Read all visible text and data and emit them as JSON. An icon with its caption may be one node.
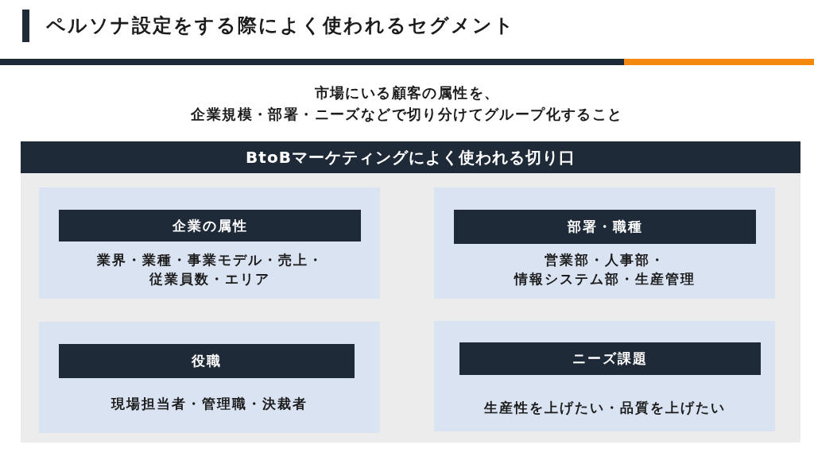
{
  "diagram": {
    "title": "ペルソナ設定をする際によく使われるセグメント",
    "nodes": [
      {
        "text": [
          "BtoBマーケティングによく使われる切り口"
        ]
      },
      {
        "text": [
          "企業の属性",
          "業界・業種・事業モデル・売上・従業員数・エリア"
        ],
        "in": 0
      },
      {
        "text": [
          "部署・職種",
          "営業部・人事部・情報システム部・生産管理"
        ],
        "in": 0
      },
      {
        "text": [
          "役職",
          "現場担当者・管理職・決裁者"
        ],
        "in": 0
      },
      {
        "text": [
          "ニーズ課題",
          "生産性を上げたい・品質を上げたい"
        ],
        "in": 0
      }
    ],
    "labels": [
      "市場にいる顧客の属性を、企業規模・部署・ニーズなどで切り分けてグループ化すること"
    ]
  }
}
